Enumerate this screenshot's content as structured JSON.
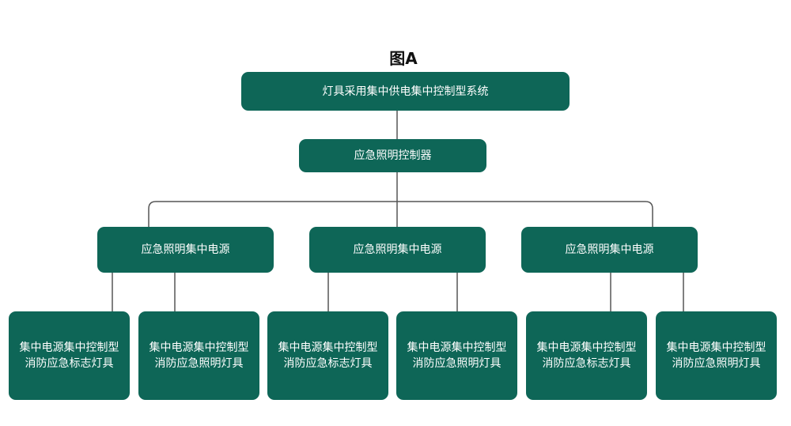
{
  "title": "图A",
  "top_node": "灯具采用集中供电集中控制型系统",
  "controller": "应急照明控制器",
  "power_nodes": [
    "应急照明集中电源",
    "应急照明集中电源",
    "应急照明集中电源"
  ],
  "leaves": [
    {
      "line1": "集中电源集中控制型",
      "line2": "消防应急标志灯具"
    },
    {
      "line1": "集中电源集中控制型",
      "line2": "消防应急照明灯具"
    },
    {
      "line1": "集中电源集中控制型",
      "line2": "消防应急标志灯具"
    },
    {
      "line1": "集中电源集中控制型",
      "line2": "消防应急照明灯具"
    },
    {
      "line1": "集中电源集中控制型",
      "line2": "消防应急标志灯具"
    },
    {
      "line1": "集中电源集中控制型",
      "line2": "消防应急照明灯具"
    }
  ],
  "colors": {
    "node_fill": "#0e6657",
    "connector": "#555555"
  }
}
